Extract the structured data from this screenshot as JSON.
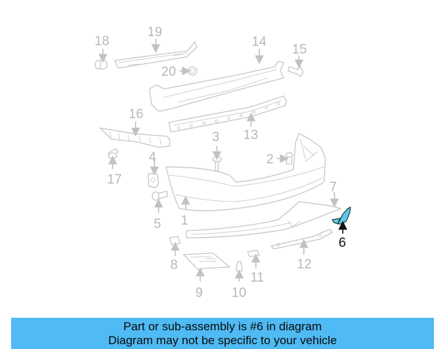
{
  "diagram": {
    "title": "Rear bumper assembly parts diagram",
    "highlighted_part": "6",
    "highlight_color": "#5cc8f0",
    "callouts": [
      {
        "id": "1",
        "label": "1"
      },
      {
        "id": "2",
        "label": "2"
      },
      {
        "id": "3",
        "label": "3"
      },
      {
        "id": "4",
        "label": "4"
      },
      {
        "id": "5",
        "label": "5"
      },
      {
        "id": "6",
        "label": "6"
      },
      {
        "id": "7",
        "label": "7"
      },
      {
        "id": "8",
        "label": "8"
      },
      {
        "id": "9",
        "label": "9"
      },
      {
        "id": "10",
        "label": "10"
      },
      {
        "id": "11",
        "label": "11"
      },
      {
        "id": "12",
        "label": "12"
      },
      {
        "id": "13",
        "label": "13"
      },
      {
        "id": "14",
        "label": "14"
      },
      {
        "id": "15",
        "label": "15"
      },
      {
        "id": "16",
        "label": "16"
      },
      {
        "id": "17",
        "label": "17"
      },
      {
        "id": "18",
        "label": "18"
      },
      {
        "id": "19",
        "label": "19"
      },
      {
        "id": "20",
        "label": "20"
      }
    ]
  },
  "banner": {
    "line1": "Part or sub-assembly is #6 in diagram",
    "line2": "Diagram may not be specific to your vehicle",
    "background": "#4fbaf3"
  }
}
